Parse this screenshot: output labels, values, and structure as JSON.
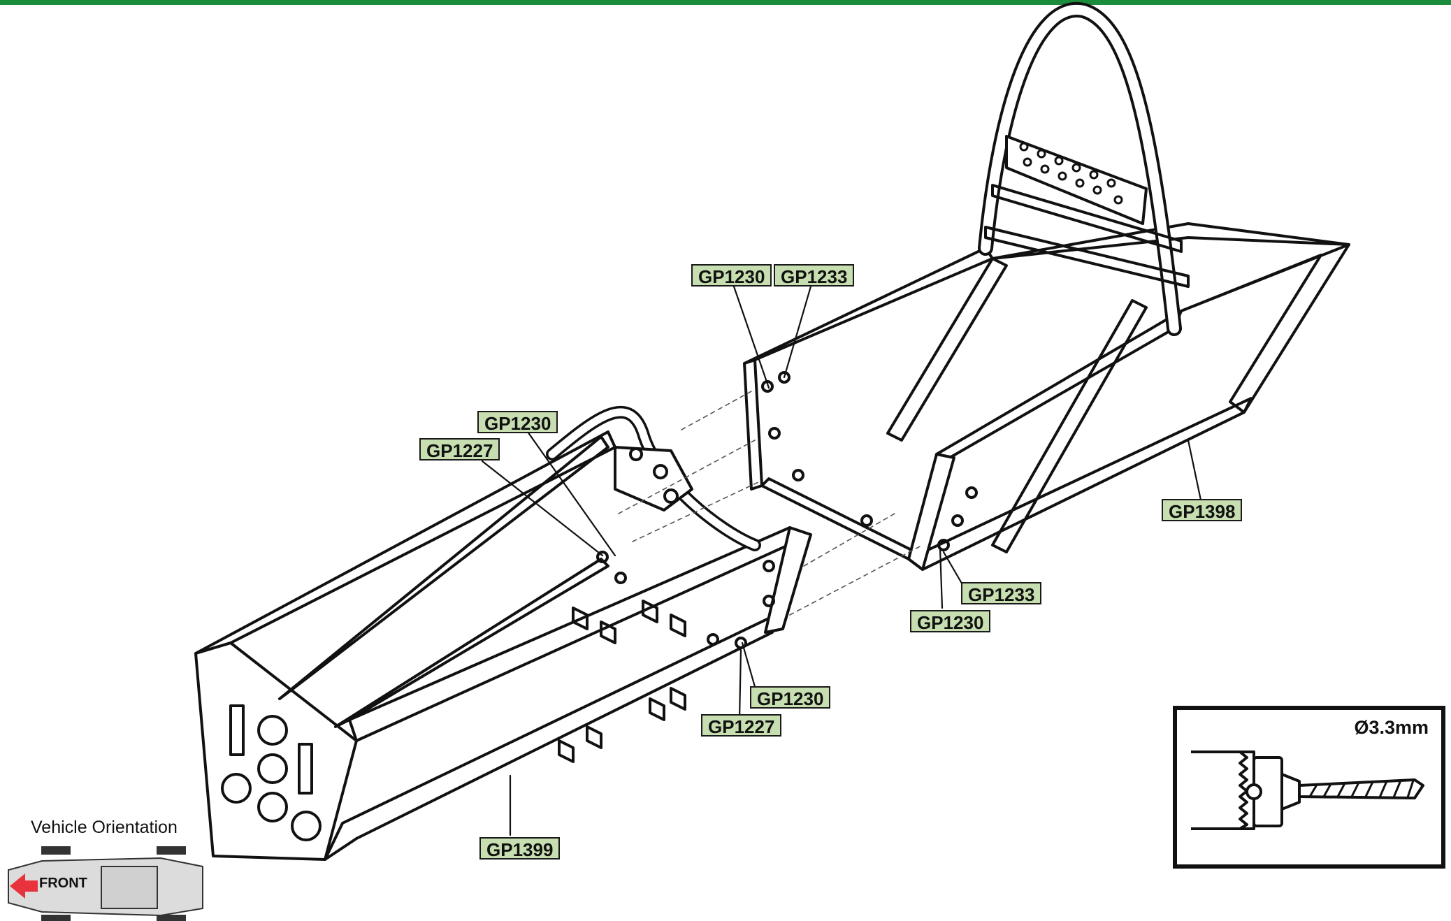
{
  "colors": {
    "top_bar": "#1a8c3c",
    "label_fill": "#c7dfb0",
    "front_arrow": "#e8323c",
    "outline": "#111111"
  },
  "labels": {
    "front_left_upper": "GP1230",
    "front_left_lower": "GP1227",
    "front_right_upper": "GP1230",
    "front_right_lower": "GP1227",
    "front_bottom": "GP1399",
    "rear_top_a": "GP1230",
    "rear_top_b": "GP1233",
    "rear_bottom_a": "GP1233",
    "rear_bottom_b": "GP1230",
    "rear_right": "GP1398"
  },
  "orientation": {
    "title": "Vehicle Orientation",
    "front": "FRONT",
    "arrow_icon": "red-arrow-left"
  },
  "drill": {
    "size": "Ø3.3mm",
    "icon": "drill-bit-icon"
  }
}
